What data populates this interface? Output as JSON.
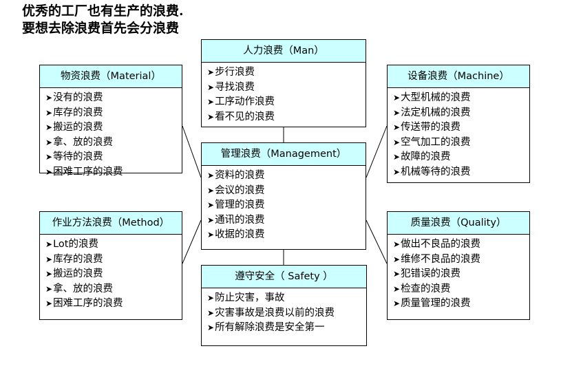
{
  "title": {
    "line1": "优秀的工厂也有生产的浪费.",
    "line2": "要想去除浪费首先会分浪费"
  },
  "boxes": {
    "man": {
      "header": "人力浪费（Man）",
      "items": [
        "步行浪费",
        "寻找浪费",
        "工序动作浪费",
        "看不见的浪费"
      ]
    },
    "material": {
      "header": "物资浪费（Material）",
      "items": [
        "没有的浪费",
        "库存的浪费",
        "搬运的浪费",
        "拿、放的浪费",
        "等待的浪费",
        "困难工序的浪费"
      ]
    },
    "machine": {
      "header": "设备浪费（Machine）",
      "items": [
        "大型机械的浪费",
        "法定机械的浪费",
        "传送带的浪费",
        "空气加工的浪费",
        "故障的浪费",
        "机械等待的浪费"
      ]
    },
    "management": {
      "header": "管理浪费（Management）",
      "items": [
        "资料的浪费",
        "会议的浪费",
        "管理的浪费",
        "通讯的浪费",
        "收据的浪费"
      ]
    },
    "method": {
      "header": "作业方法浪费（Method）",
      "items": [
        "Lot的浪费",
        "库存的浪费",
        "搬运的浪费",
        "拿、放的浪费",
        "困难工序的浪费"
      ]
    },
    "quality": {
      "header": "质量浪费（Quality）",
      "items": [
        "做出不良品的浪费",
        "维修不良品的浪费",
        "犯错误的浪费",
        "检查的浪费",
        "质量管理的浪费"
      ]
    },
    "safety": {
      "header": "遵守安全（ Safety ）",
      "items": [
        "防止灾害，事故",
        "灾害事故是浪费以前的浪费",
        "所有解除浪费是安全第一"
      ]
    }
  },
  "colors": {
    "header_bg": "#ccffff",
    "border": "#000000"
  }
}
